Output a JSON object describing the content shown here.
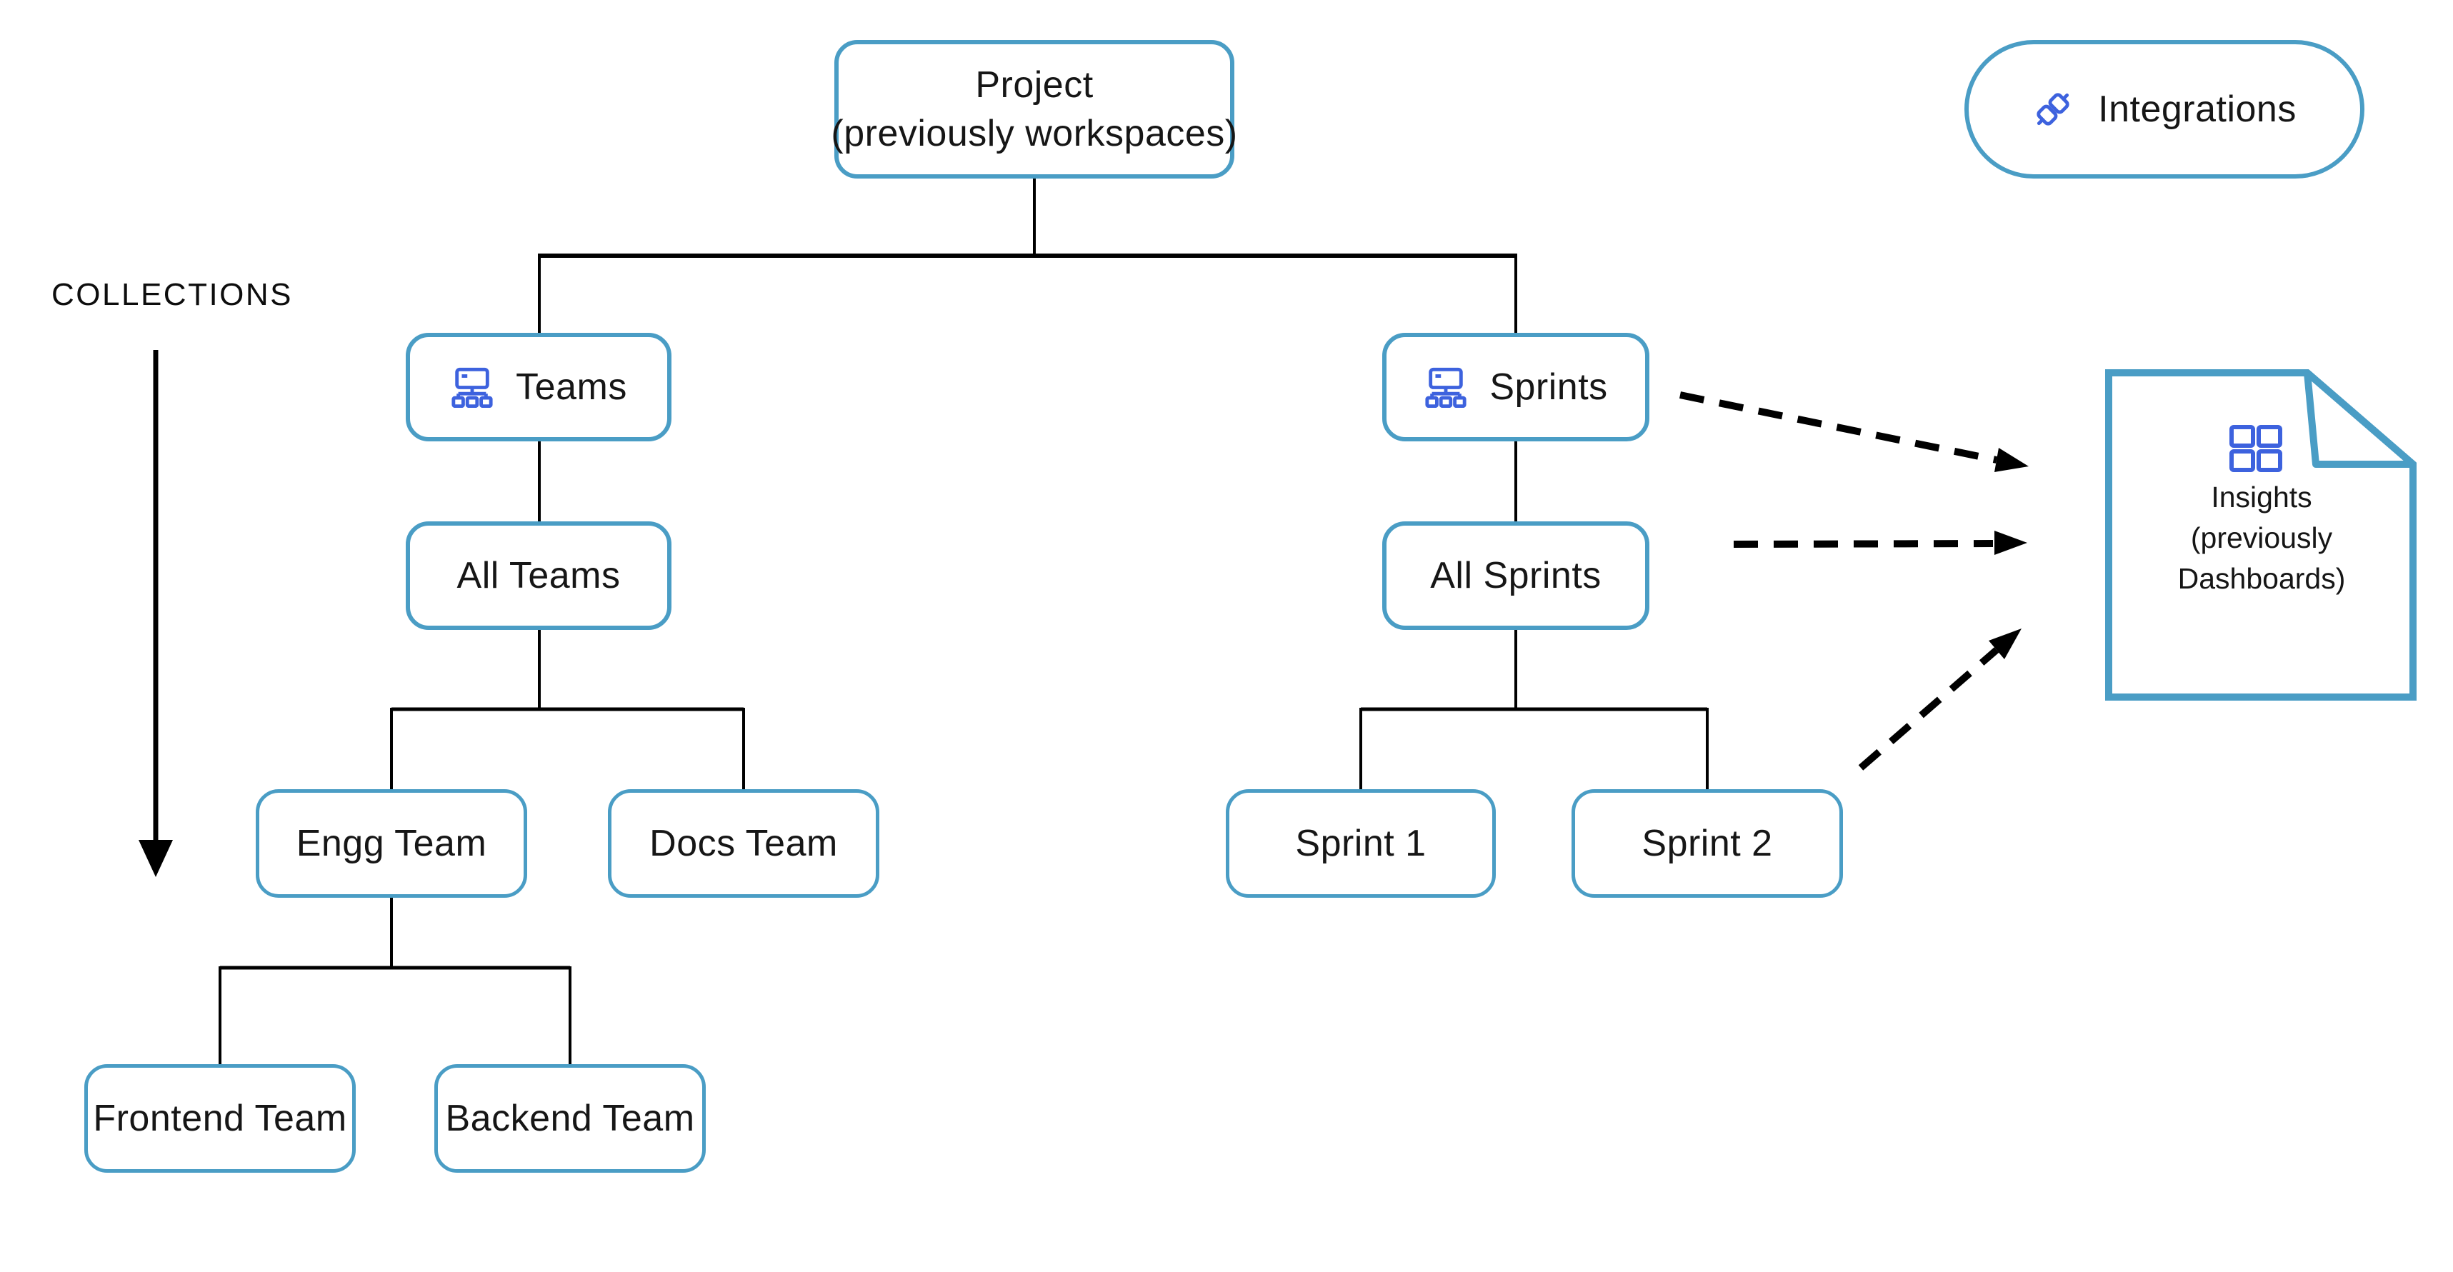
{
  "collections_label": "COLLECTIONS",
  "integrations": {
    "label": "Integrations",
    "icon": "integrations-plug-icon"
  },
  "nodes": {
    "project": {
      "label": "Project",
      "sublabel": "(previously workspaces)"
    },
    "teams": {
      "label": "Teams",
      "icon": "org-chart-icon"
    },
    "sprints": {
      "label": "Sprints",
      "icon": "org-chart-icon"
    },
    "all_teams": {
      "label": "All Teams"
    },
    "all_sprints": {
      "label": "All Sprints"
    },
    "engg_team": {
      "label": "Engg Team"
    },
    "docs_team": {
      "label": "Docs Team"
    },
    "sprint_1": {
      "label": "Sprint 1"
    },
    "sprint_2": {
      "label": "Sprint 2"
    },
    "frontend_team": {
      "label": "Frontend Team"
    },
    "backend_team": {
      "label": "Backend Team"
    }
  },
  "insights": {
    "icon": "dashboard-grid-icon",
    "lines": [
      "Insights",
      "(previously",
      "Dashboards)"
    ]
  },
  "colors": {
    "box_border": "#4A9DC5",
    "icon_blue": "#3D62DE",
    "connector": "#000000",
    "text": "#161616"
  }
}
